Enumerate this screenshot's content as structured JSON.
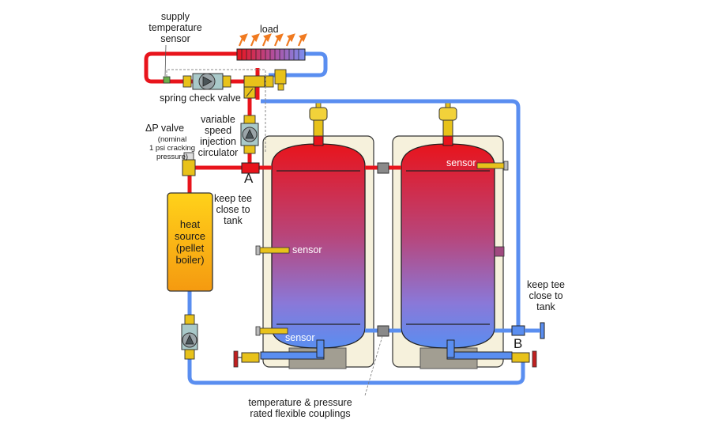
{
  "labels": {
    "supply_sensor": [
      "supply",
      "temperature",
      "sensor"
    ],
    "load": "load",
    "spring_check": "spring check valve",
    "injection": [
      "variable",
      "speed",
      "injection",
      "circulator"
    ],
    "dp_valve": "ΔP valve",
    "dp_note": [
      "(nominal",
      "1 psi cracking",
      "pressure)"
    ],
    "point_a": "A",
    "point_b": "B",
    "keep_tee_a": [
      "keep tee",
      "close to",
      "tank"
    ],
    "keep_tee_b": [
      "keep tee",
      "close to",
      "tank"
    ],
    "heat_source": [
      "heat",
      "source",
      "(pellet",
      "boiler)"
    ],
    "sensor_upper_right": "sensor",
    "sensor_mid_left": "sensor",
    "sensor_low_left": "sensor",
    "couplings": [
      "temperature & pressure",
      "rated flexible couplings"
    ]
  },
  "colors": {
    "hot": "#e8141c",
    "cold": "#5a8ef0",
    "tank_jacket": "#f6f1dc",
    "boiler_top": "#ffd21a",
    "boiler_bottom": "#f59a10",
    "arrow": "#f07a20"
  }
}
